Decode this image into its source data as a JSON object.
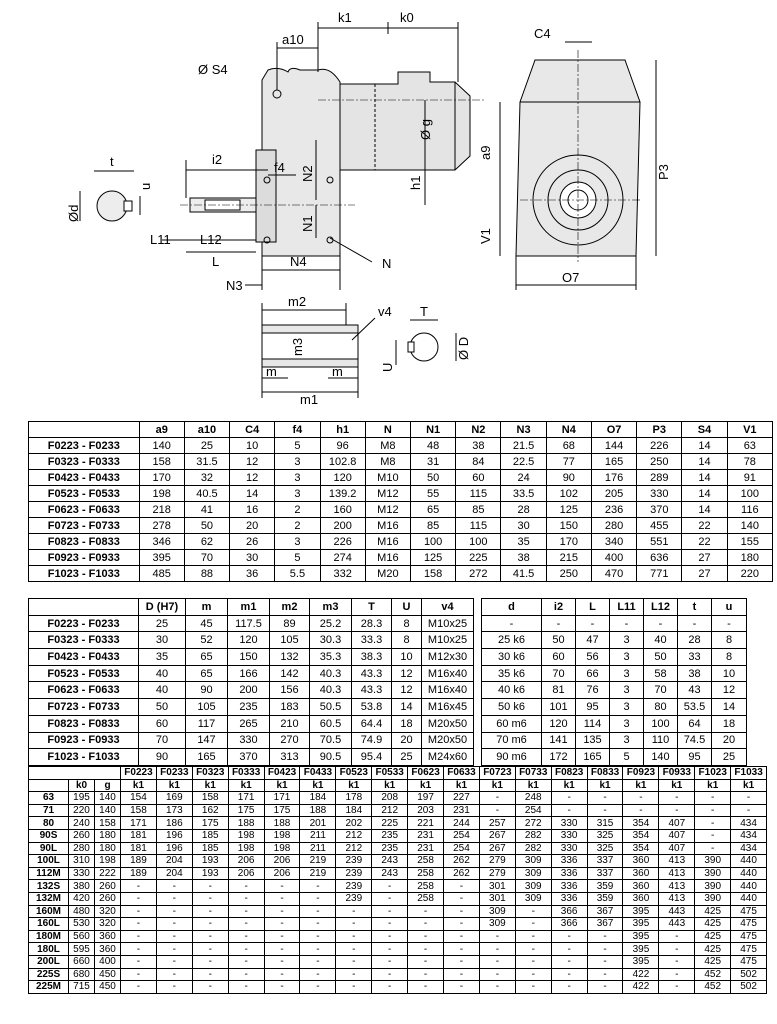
{
  "drawing_labels": {
    "k1": "k1",
    "k0": "k0",
    "a10": "a10",
    "S4": "Ø S4",
    "C4": "C4",
    "g": "Ø g",
    "a9": "a9",
    "P3": "P3",
    "i2": "i2",
    "f4": "f4",
    "N2": "N2",
    "h1": "h1",
    "N1": "N1",
    "t": "t",
    "u": "u",
    "d": "Ød",
    "L11": "L11",
    "L12": "L12",
    "L": "L",
    "N4": "N4",
    "N": "N",
    "N3": "N3",
    "V1": "V1",
    "O7": "O7",
    "m2": "m2",
    "v4": "v4",
    "m3": "m3",
    "m_left": "m",
    "m_right": "m",
    "m1": "m1",
    "T": "T",
    "D": "Ø D",
    "U": "U"
  },
  "table1": {
    "headers": [
      "",
      "a9",
      "a10",
      "C4",
      "f4",
      "h1",
      "N",
      "N1",
      "N2",
      "N3",
      "N4",
      "O7",
      "P3",
      "S4",
      "V1"
    ],
    "rows": [
      [
        "F0223 - F0233",
        "140",
        "25",
        "10",
        "5",
        "96",
        "M8",
        "48",
        "38",
        "21.5",
        "68",
        "144",
        "226",
        "14",
        "63"
      ],
      [
        "F0323 - F0333",
        "158",
        "31.5",
        "12",
        "3",
        "102.8",
        "M8",
        "31",
        "84",
        "22.5",
        "77",
        "165",
        "250",
        "14",
        "78"
      ],
      [
        "F0423 - F0433",
        "170",
        "32",
        "12",
        "3",
        "120",
        "M10",
        "50",
        "60",
        "24",
        "90",
        "176",
        "289",
        "14",
        "91"
      ],
      [
        "F0523 - F0533",
        "198",
        "40.5",
        "14",
        "3",
        "139.2",
        "M12",
        "55",
        "115",
        "33.5",
        "102",
        "205",
        "330",
        "14",
        "100"
      ],
      [
        "F0623 - F0633",
        "218",
        "41",
        "16",
        "2",
        "160",
        "M12",
        "65",
        "85",
        "28",
        "125",
        "236",
        "370",
        "14",
        "116"
      ],
      [
        "F0723 - F0733",
        "278",
        "50",
        "20",
        "2",
        "200",
        "M16",
        "85",
        "115",
        "30",
        "150",
        "280",
        "455",
        "22",
        "140"
      ],
      [
        "F0823 - F0833",
        "346",
        "62",
        "26",
        "3",
        "226",
        "M16",
        "100",
        "100",
        "35",
        "170",
        "340",
        "551",
        "22",
        "155"
      ],
      [
        "F0923 - F0933",
        "395",
        "70",
        "30",
        "5",
        "274",
        "M16",
        "125",
        "225",
        "38",
        "215",
        "400",
        "636",
        "27",
        "180"
      ],
      [
        "F1023 - F1033",
        "485",
        "88",
        "36",
        "5.5",
        "332",
        "M20",
        "158",
        "272",
        "41.5",
        "250",
        "470",
        "771",
        "27",
        "220"
      ]
    ]
  },
  "table2": {
    "headers": [
      "",
      "D (H7)",
      "m",
      "m1",
      "m2",
      "m3",
      "T",
      "U",
      "v4"
    ],
    "rows": [
      [
        "F0223 - F0233",
        "25",
        "45",
        "117.5",
        "89",
        "25.2",
        "28.3",
        "8",
        "M10x25"
      ],
      [
        "F0323 - F0333",
        "30",
        "52",
        "120",
        "105",
        "30.3",
        "33.3",
        "8",
        "M10x25"
      ],
      [
        "F0423 - F0433",
        "35",
        "65",
        "150",
        "132",
        "35.3",
        "38.3",
        "10",
        "M12x30"
      ],
      [
        "F0523 - F0533",
        "40",
        "65",
        "166",
        "142",
        "40.3",
        "43.3",
        "12",
        "M16x40"
      ],
      [
        "F0623 - F0633",
        "40",
        "90",
        "200",
        "156",
        "40.3",
        "43.3",
        "12",
        "M16x40"
      ],
      [
        "F0723 - F0733",
        "50",
        "105",
        "235",
        "183",
        "50.5",
        "53.8",
        "14",
        "M16x45"
      ],
      [
        "F0823 - F0833",
        "60",
        "117",
        "265",
        "210",
        "60.5",
        "64.4",
        "18",
        "M20x50"
      ],
      [
        "F0923 - F0933",
        "70",
        "147",
        "330",
        "270",
        "70.5",
        "74.9",
        "20",
        "M20x50"
      ],
      [
        "F1023 - F1033",
        "90",
        "165",
        "370",
        "313",
        "90.5",
        "95.4",
        "25",
        "M24x60"
      ]
    ]
  },
  "table3": {
    "headers": [
      "d",
      "i2",
      "L",
      "L11",
      "L12",
      "t",
      "u"
    ],
    "rows": [
      [
        "-",
        "-",
        "-",
        "-",
        "-",
        "-",
        "-"
      ],
      [
        "25 k6",
        "50",
        "47",
        "3",
        "40",
        "28",
        "8"
      ],
      [
        "30 k6",
        "60",
        "56",
        "3",
        "50",
        "33",
        "8"
      ],
      [
        "35 k6",
        "70",
        "66",
        "3",
        "58",
        "38",
        "10"
      ],
      [
        "40 k6",
        "81",
        "76",
        "3",
        "70",
        "43",
        "12"
      ],
      [
        "50 k6",
        "101",
        "95",
        "3",
        "80",
        "53.5",
        "14"
      ],
      [
        "60 m6",
        "120",
        "114",
        "3",
        "100",
        "64",
        "18"
      ],
      [
        "70 m6",
        "141",
        "135",
        "3",
        "110",
        "74.5",
        "20"
      ],
      [
        "90 m6",
        "172",
        "165",
        "5",
        "140",
        "95",
        "25"
      ]
    ]
  },
  "table4": {
    "models": [
      "F0223",
      "F0233",
      "F0323",
      "F0333",
      "F0423",
      "F0433",
      "F0523",
      "F0533",
      "F0623",
      "F0633",
      "F0723",
      "F0733",
      "F0823",
      "F0833",
      "F0923",
      "F0933",
      "F1023",
      "F1033"
    ],
    "subheaders": [
      "",
      "k0",
      "g",
      "k1",
      "k1",
      "k1",
      "k1",
      "k1",
      "k1",
      "k1",
      "k1",
      "k1",
      "k1",
      "k1",
      "k1",
      "k1",
      "k1",
      "k1",
      "k1",
      "k1",
      "k1"
    ],
    "rows": [
      [
        "63",
        "195",
        "140",
        "154",
        "169",
        "158",
        "171",
        "171",
        "184",
        "178",
        "208",
        "197",
        "227",
        "-",
        "248",
        "-",
        "-",
        "-",
        "-",
        "-",
        "-"
      ],
      [
        "71",
        "220",
        "140",
        "158",
        "173",
        "162",
        "175",
        "175",
        "188",
        "184",
        "212",
        "203",
        "231",
        "-",
        "254",
        "-",
        "-",
        "-",
        "-",
        "-",
        "-"
      ],
      [
        "80",
        "240",
        "158",
        "171",
        "186",
        "175",
        "188",
        "188",
        "201",
        "202",
        "225",
        "221",
        "244",
        "257",
        "272",
        "330",
        "315",
        "354",
        "407",
        "-",
        "434"
      ],
      [
        "90S",
        "260",
        "180",
        "181",
        "196",
        "185",
        "198",
        "198",
        "211",
        "212",
        "235",
        "231",
        "254",
        "267",
        "282",
        "330",
        "325",
        "354",
        "407",
        "-",
        "434"
      ],
      [
        "90L",
        "280",
        "180",
        "181",
        "196",
        "185",
        "198",
        "198",
        "211",
        "212",
        "235",
        "231",
        "254",
        "267",
        "282",
        "330",
        "325",
        "354",
        "407",
        "-",
        "434"
      ],
      [
        "100L",
        "310",
        "198",
        "189",
        "204",
        "193",
        "206",
        "206",
        "219",
        "239",
        "243",
        "258",
        "262",
        "279",
        "309",
        "336",
        "337",
        "360",
        "413",
        "390",
        "440"
      ],
      [
        "112M",
        "330",
        "222",
        "189",
        "204",
        "193",
        "206",
        "206",
        "219",
        "239",
        "243",
        "258",
        "262",
        "279",
        "309",
        "336",
        "337",
        "360",
        "413",
        "390",
        "440"
      ],
      [
        "132S",
        "380",
        "260",
        "-",
        "-",
        "-",
        "-",
        "-",
        "-",
        "239",
        "-",
        "258",
        "-",
        "301",
        "309",
        "336",
        "359",
        "360",
        "413",
        "390",
        "440"
      ],
      [
        "132M",
        "420",
        "260",
        "-",
        "-",
        "-",
        "-",
        "-",
        "-",
        "239",
        "-",
        "258",
        "-",
        "301",
        "309",
        "336",
        "359",
        "360",
        "413",
        "390",
        "440"
      ],
      [
        "160M",
        "480",
        "320",
        "-",
        "-",
        "-",
        "-",
        "-",
        "-",
        "-",
        "-",
        "-",
        "-",
        "309",
        "-",
        "366",
        "367",
        "395",
        "443",
        "425",
        "475"
      ],
      [
        "160L",
        "530",
        "320",
        "-",
        "-",
        "-",
        "-",
        "-",
        "-",
        "-",
        "-",
        "-",
        "-",
        "309",
        "-",
        "366",
        "367",
        "395",
        "443",
        "425",
        "475"
      ],
      [
        "180M",
        "560",
        "360",
        "-",
        "-",
        "-",
        "-",
        "-",
        "-",
        "-",
        "-",
        "-",
        "-",
        "-",
        "-",
        "-",
        "-",
        "395",
        "-",
        "425",
        "475"
      ],
      [
        "180L",
        "595",
        "360",
        "-",
        "-",
        "-",
        "-",
        "-",
        "-",
        "-",
        "-",
        "-",
        "-",
        "-",
        "-",
        "-",
        "-",
        "395",
        "-",
        "425",
        "475"
      ],
      [
        "200L",
        "660",
        "400",
        "-",
        "-",
        "-",
        "-",
        "-",
        "-",
        "-",
        "-",
        "-",
        "-",
        "-",
        "-",
        "-",
        "-",
        "395",
        "-",
        "425",
        "475"
      ],
      [
        "225S",
        "680",
        "450",
        "-",
        "-",
        "-",
        "-",
        "-",
        "-",
        "-",
        "-",
        "-",
        "-",
        "-",
        "-",
        "-",
        "-",
        "422",
        "-",
        "452",
        "502"
      ],
      [
        "225M",
        "715",
        "450",
        "-",
        "-",
        "-",
        "-",
        "-",
        "-",
        "-",
        "-",
        "-",
        "-",
        "-",
        "-",
        "-",
        "-",
        "422",
        "-",
        "452",
        "502"
      ]
    ]
  }
}
